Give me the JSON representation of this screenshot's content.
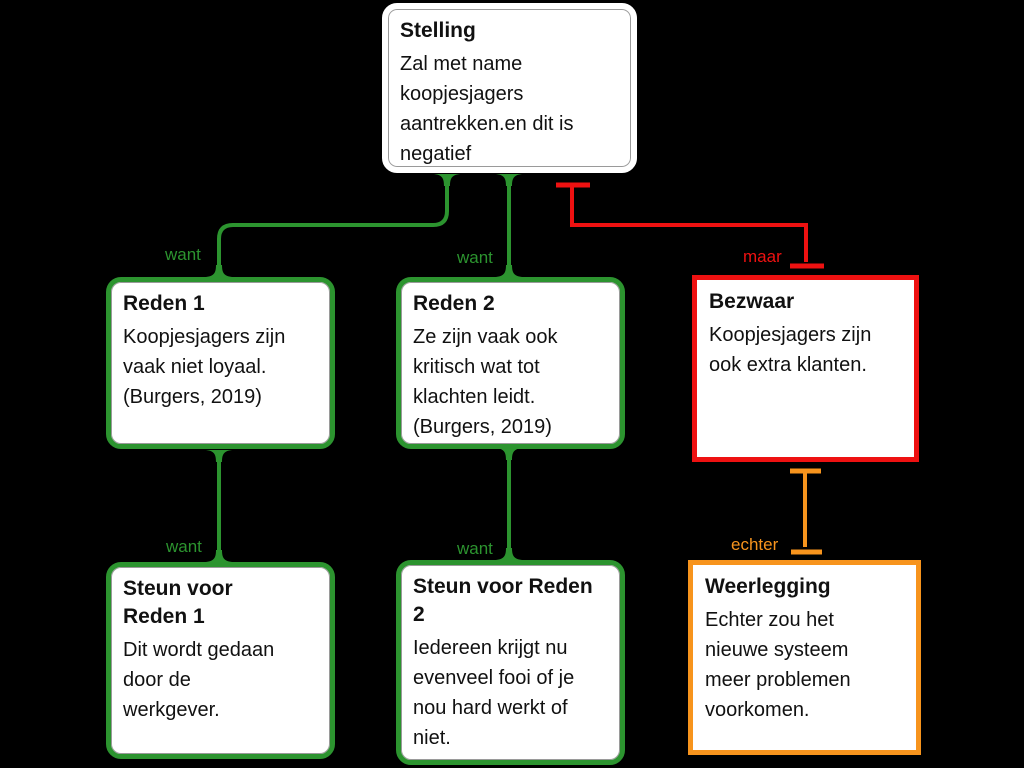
{
  "colors": {
    "background": "#000000",
    "box_fill": "#ffffff",
    "green": "#2c942f",
    "red": "#ee1111",
    "orange": "#f7941d",
    "text": "#111111",
    "inner_line": "#9a9a9a"
  },
  "nodes": {
    "stelling": {
      "title": "Stelling",
      "body": "Zal met name\nkoopjesjagers\naantrekken.en dit is\nnegatief"
    },
    "reden1": {
      "title": "Reden 1",
      "body": "Koopjesjagers zijn\nvaak niet loyaal.\n(Burgers, 2019)"
    },
    "reden2": {
      "title": "Reden 2",
      "body": "Ze zijn vaak ook\nkritisch wat tot\nklachten leidt.\n(Burgers, 2019)"
    },
    "bezwaar": {
      "title": "Bezwaar",
      "body": "Koopjesjagers zijn\nook extra klanten."
    },
    "steun1": {
      "title": "Steun voor\nReden 1",
      "body": "Dit wordt gedaan\ndoor de\nwerkgever."
    },
    "steun2": {
      "title": "Steun voor Reden\n2",
      "body": "Iedereen krijgt nu\nevenveel fooi of je\nnou hard werkt of\nniet."
    },
    "weerlegging": {
      "title": "Weerlegging",
      "body": "Echter zou het\nnieuwe systeem\nmeer problemen\nvoorkomen."
    }
  },
  "connector_labels": {
    "want_reden1": "want",
    "want_reden2": "want",
    "want_steun1": "want",
    "want_steun2": "want",
    "maar": "maar",
    "echter": "echter"
  }
}
